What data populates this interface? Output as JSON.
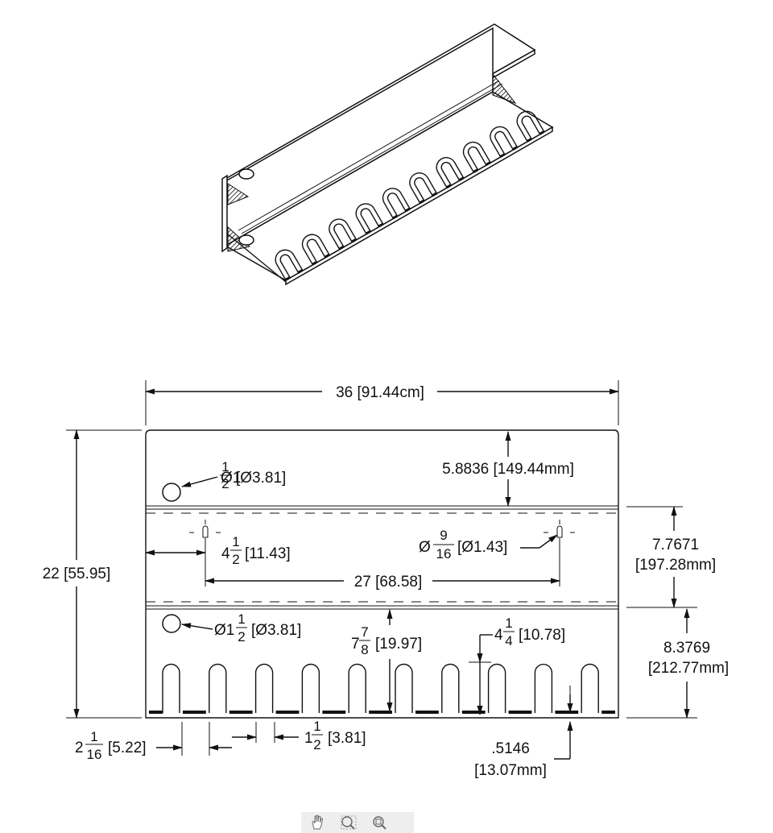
{
  "dimensions": {
    "overall_width": "36 [91.44cm]",
    "overall_height": "22 [55.95]",
    "top_hole": {
      "prefix": "Ø1",
      "num": "1",
      "den": "2",
      "suffix": "[Ø3.81]"
    },
    "top_depth": "5.8836 [149.44mm]",
    "mid_height_line1": "7.7671",
    "mid_height_line2": "[197.28mm]",
    "keyhole_offset": {
      "whole": "4",
      "num": "1",
      "den": "2",
      "suffix": "[11.43]"
    },
    "keyhole_diameter": {
      "prefix": "Ø",
      "num": "9",
      "den": "16",
      "suffix": "[Ø1.43]"
    },
    "keyhole_spacing": "27 [68.58]",
    "bottom_hole": {
      "prefix": "Ø1",
      "num": "1",
      "den": "2",
      "suffix": "[Ø3.81]"
    },
    "slot_depth": {
      "whole": "7",
      "num": "7",
      "den": "8",
      "suffix": "[19.97]"
    },
    "slot_height": {
      "whole": "4",
      "num": "1",
      "den": "4",
      "suffix": "[10.78]"
    },
    "bottom_height_line1": "8.3769",
    "bottom_height_line2": "[212.77mm]",
    "end_margin": {
      "whole": "2",
      "num": "1",
      "den": "16",
      "suffix": "[5.22]"
    },
    "slot_spacing": {
      "whole": "1",
      "num": "1",
      "den": "2",
      "suffix": "[3.81]"
    },
    "slot_width_line1": ".5146",
    "slot_width_line2": "[13.07mm]"
  },
  "toolbar": {
    "tools": [
      "hand-pan-icon",
      "zoom-window-icon",
      "zoom-fit-icon"
    ]
  }
}
